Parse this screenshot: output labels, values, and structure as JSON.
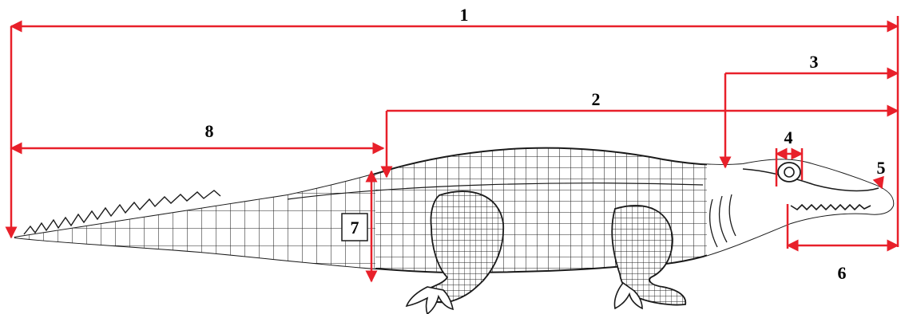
{
  "colors": {
    "measure": "#e8202a",
    "outline": "#1a1a1a",
    "background": "#ffffff"
  },
  "measurements": [
    {
      "id": "1",
      "label": "1"
    },
    {
      "id": "2",
      "label": "2"
    },
    {
      "id": "3",
      "label": "3"
    },
    {
      "id": "4",
      "label": "4"
    },
    {
      "id": "5",
      "label": "5"
    },
    {
      "id": "6",
      "label": "6"
    },
    {
      "id": "7",
      "label": "7"
    },
    {
      "id": "8",
      "label": "8"
    }
  ]
}
